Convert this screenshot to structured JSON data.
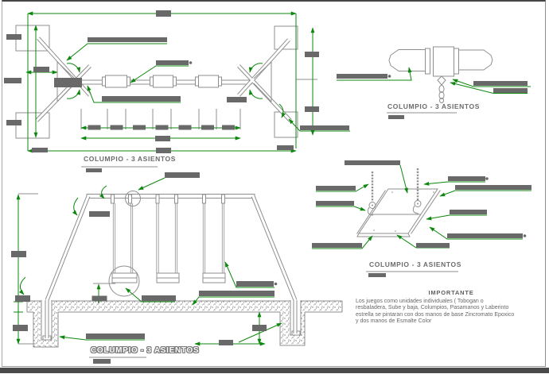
{
  "sheet": {
    "type": "cad-drawing",
    "colors": {
      "dimension_green": "#0d870d",
      "linework_gray": "#8f8f8f",
      "redacted_label_gray": "#696969",
      "title_gray": "#6b6b6b",
      "bottom_bar": "#4a4a4a",
      "background": "#ffffff"
    }
  },
  "views": {
    "plan": {
      "title": "COLUMPIO - 3 ASIENTOS"
    },
    "top_detail": {
      "title": "COLUMPIO - 3 ASIENTOS"
    },
    "seat_detail": {
      "title": "COLUMPIO - 3 ASIENTOS"
    },
    "elevation": {
      "title": "COLUMPIO - 3 ASIENTOS"
    }
  },
  "note": {
    "heading": "IMPORTANTE",
    "lines": [
      "Los juegos como unidades individuales ( Tobogan o",
      "resbaladera, Sube y baja, Columpios, Pasamanos y Laberinto",
      "estrella se pintaran con dos manos de base Zincromato Epoxico",
      "y dos manos de Esmalte Color"
    ]
  }
}
